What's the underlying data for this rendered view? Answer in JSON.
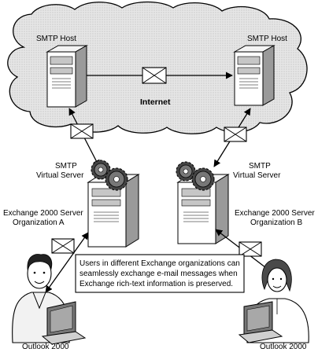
{
  "diagram": {
    "cloud_label": "Internet",
    "left_host_label": "SMTP Host",
    "right_host_label": "SMTP Host",
    "left_virtual_server": [
      "SMTP",
      "Virtual Server"
    ],
    "right_virtual_server": [
      "SMTP",
      "Virtual Server"
    ],
    "left_org": [
      "Exchange 2000 Server",
      "Organization A"
    ],
    "right_org": [
      "Exchange 2000 Server",
      "Organization B"
    ],
    "caption": [
      "Users in different Exchange organizations can",
      "seamlessly exchange e-mail messages when",
      "Exchange rich-text information is preserved."
    ],
    "left_client_label": "Outlook 2000",
    "right_client_label": "Outlook 2000"
  }
}
